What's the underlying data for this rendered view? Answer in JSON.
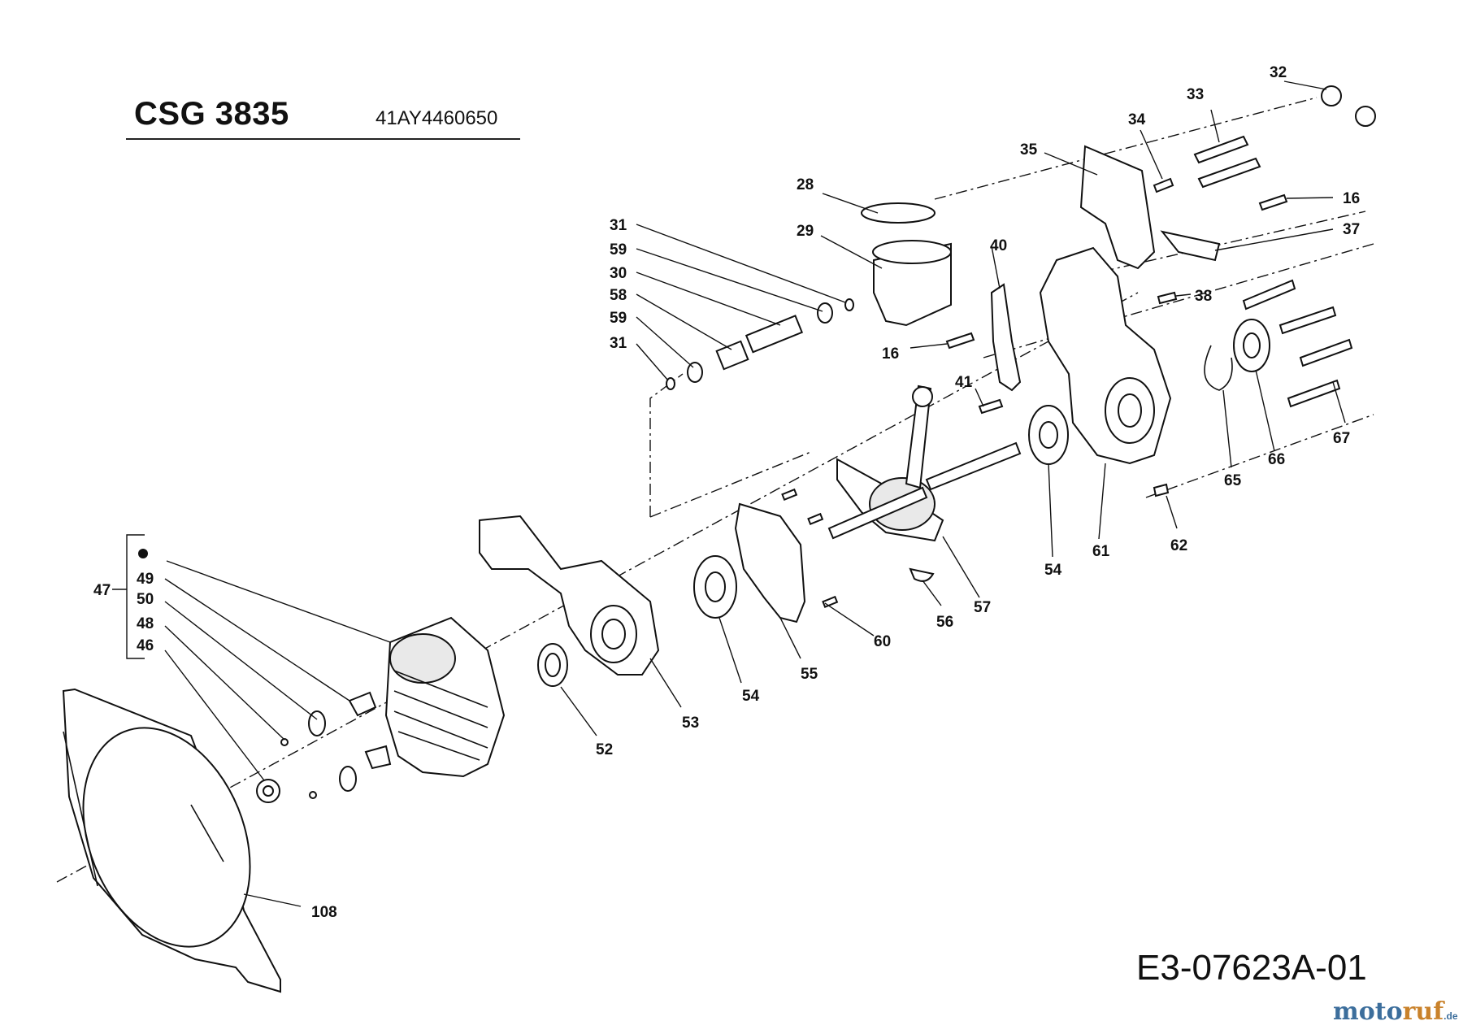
{
  "header": {
    "model": "CSG 3835",
    "part_code": "41AY4460650"
  },
  "diagram_ref": "E3-07623A-01",
  "watermark": {
    "part1": "moto",
    "part2": "ruf",
    "part3": ".de"
  },
  "legend": {
    "group_label": "47",
    "bullet_icon": "filled-circle-icon",
    "items": [
      "49",
      "50",
      "48",
      "46"
    ]
  },
  "part_labels": {
    "p16a": "16",
    "p16b": "16",
    "p28": "28",
    "p29": "29",
    "p30": "30",
    "p31a": "31",
    "p31b": "31",
    "p32": "32",
    "p33": "33",
    "p34": "34",
    "p35": "35",
    "p37": "37",
    "p38": "38",
    "p40": "40",
    "p41": "41",
    "p52": "52",
    "p53": "53",
    "p54a": "54",
    "p54b": "54",
    "p55": "55",
    "p56": "56",
    "p57": "57",
    "p58": "58",
    "p59a": "59",
    "p59b": "59",
    "p60": "60",
    "p61": "61",
    "p62": "62",
    "p65": "65",
    "p66": "66",
    "p67": "67",
    "p108": "108"
  }
}
